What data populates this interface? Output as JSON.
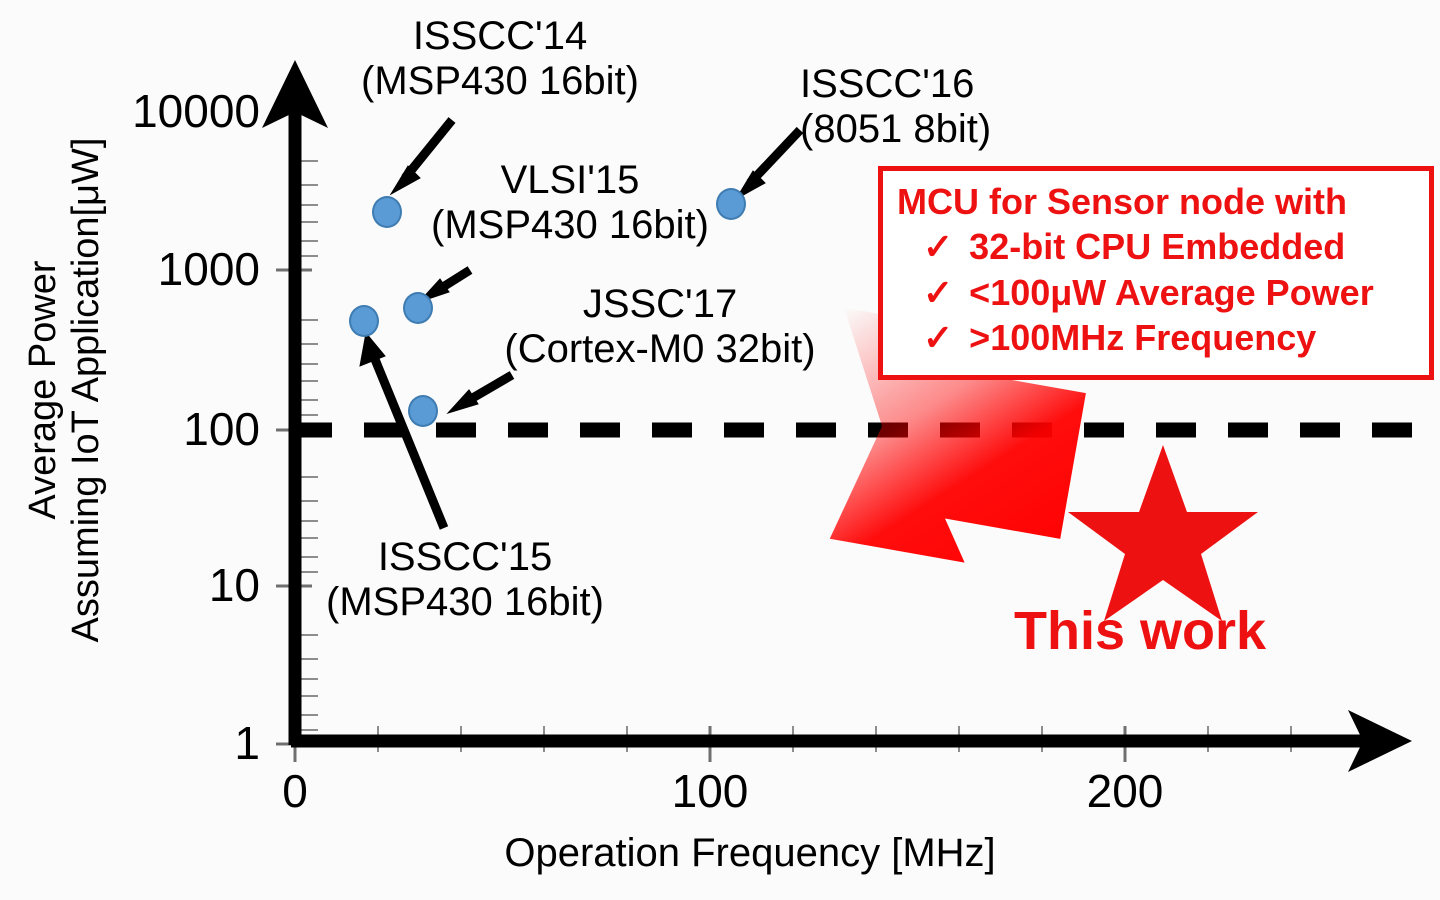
{
  "chart_data": {
    "type": "scatter",
    "title": "",
    "xlabel": "Operation Frequency [MHz]",
    "ylabel_line1": "Average Power",
    "ylabel_line2": "Assuming IoT Application[μW]",
    "x_ticks": [
      "0",
      "100",
      "200"
    ],
    "x_tick_values": [
      0,
      100,
      200
    ],
    "y_ticks": [
      "1",
      "10",
      "100",
      "1000",
      "10000"
    ],
    "y_tick_values": [
      1,
      10,
      100,
      1000,
      10000
    ],
    "y_scale": "log",
    "xlim": [
      0,
      275
    ],
    "ylim": [
      1,
      10000
    ],
    "grid": false,
    "legend": "none",
    "points": [
      {
        "name": "ISSCC'14",
        "cpu": "MSP430 16bit",
        "x": 21,
        "y": 2400,
        "color": "#5B9BD5"
      },
      {
        "name": "VLSI'15",
        "cpu": "MSP430 16bit",
        "x": 31,
        "y": 580,
        "color": "#5B9BD5"
      },
      {
        "name": "ISSCC'15",
        "cpu": "MSP430 16bit",
        "x": 16,
        "y": 500,
        "color": "#5B9BD5"
      },
      {
        "name": "JSSC'17",
        "cpu": "Cortex-M0 32bit",
        "x": 31,
        "y": 135,
        "color": "#5B9BD5"
      },
      {
        "name": "ISSCC'16",
        "cpu": "8051 8bit",
        "x": 105,
        "y": 2800,
        "color": "#5B9BD5"
      },
      {
        "name": "This work",
        "cpu": "32-bit CPU",
        "x": 208,
        "y": 25,
        "color": "#ee1111",
        "marker": "star"
      }
    ],
    "threshold_line": {
      "value": 100,
      "style": "dashed",
      "color": "#000000",
      "label": ""
    },
    "annotations": [
      {
        "id": "isscc14",
        "line1": "ISSCC'14",
        "line2": "(MSP430 16bit)"
      },
      {
        "id": "isscc16",
        "line1": "ISSCC'16",
        "line2": "(8051 8bit)"
      },
      {
        "id": "vlsi15",
        "line1": "VLSI'15",
        "line2": "(MSP430 16bit)"
      },
      {
        "id": "jssc17",
        "line1": "JSSC'17",
        "line2": "(Cortex-M0 32bit)"
      },
      {
        "id": "isscc15",
        "line1": "ISSCC'15",
        "line2": "(MSP430 16bit)"
      }
    ]
  },
  "callout": {
    "header": "MCU for Sensor node with",
    "check_glyph": "✓",
    "bullets": [
      "32-bit CPU Embedded",
      "<100μW Average Power",
      ">100MHz Frequency"
    ],
    "border_color": "#ee1111",
    "text_color": "#ee1111"
  },
  "this_work": {
    "label": "This work",
    "color": "#ee1111",
    "marker": "star-icon"
  },
  "colors": {
    "marker_fill": "#5B9BD5",
    "marker_stroke": "#3E7CB1",
    "accent_red": "#ee1111",
    "axis": "#000000",
    "background": "#fbfbfb"
  }
}
